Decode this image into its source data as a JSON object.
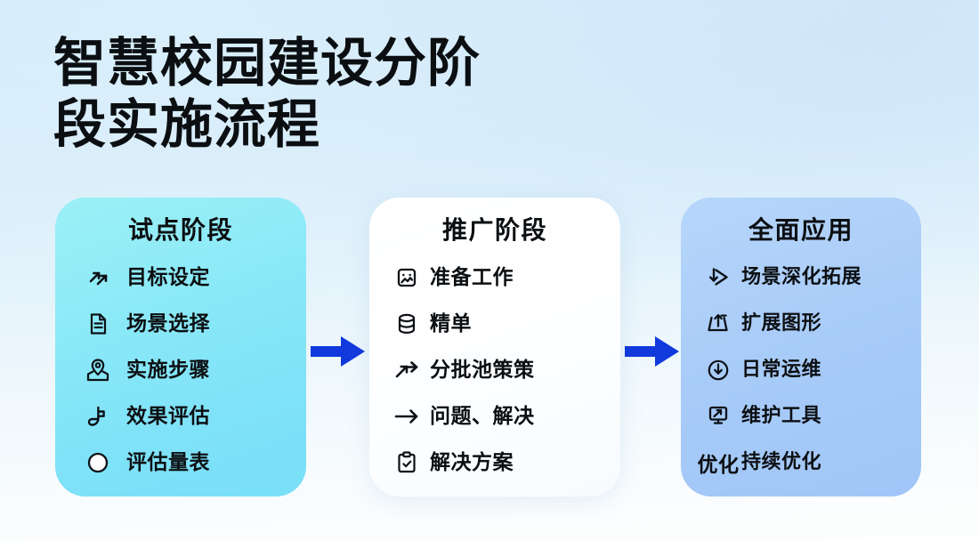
{
  "title": {
    "line1": "智慧校园建设分阶",
    "line2": "段实施流程",
    "full": "智慧校园建设分阶段实施流程"
  },
  "colors": {
    "background_top": "#d3e9f8",
    "background_bottom": "#fdfefe",
    "card_pilot": "#8ceaf7",
    "card_promotion": "#ffffff",
    "card_full": "#a9ccf8",
    "arrow": "#1139db",
    "text": "#0c0f12"
  },
  "stages": [
    {
      "id": "pilot",
      "title": "试点阶段",
      "items": [
        {
          "icon": "trending-up-arrows-icon",
          "label": "目标设定"
        },
        {
          "icon": "document-lines-icon",
          "label": "场景选择"
        },
        {
          "icon": "map-pin-icon",
          "label": "实施步骤"
        },
        {
          "icon": "rating-gauge-icon",
          "label": "效果评估"
        },
        {
          "icon": "circle-icon",
          "label": "评估量表"
        }
      ]
    },
    {
      "id": "promotion",
      "title": "推广阶段",
      "items": [
        {
          "icon": "image-picture-icon",
          "label": "准备工作"
        },
        {
          "icon": "database-icon",
          "label": "精单"
        },
        {
          "icon": "arrow-up-right-icon",
          "label": "分批池策策"
        },
        {
          "icon": "arrow-right-icon",
          "label": "问题、解决"
        },
        {
          "icon": "clipboard-check-icon",
          "label": "解决方案"
        }
      ]
    },
    {
      "id": "full-application",
      "title": "全面应用",
      "items": [
        {
          "icon": "curved-arrow-right-icon",
          "label": "场景深化拓展"
        },
        {
          "icon": "export-upload-icon",
          "label": "扩展图形"
        },
        {
          "icon": "clock-download-icon",
          "label": "日常运维"
        },
        {
          "icon": "monitor-tool-icon",
          "label": "维护工具"
        },
        {
          "icon": "text-label-icon",
          "icon_text": "优化",
          "label": "持续优化"
        }
      ]
    }
  ],
  "arrows": [
    {
      "id": "arrow-stage1-to-stage2",
      "direction": "right"
    },
    {
      "id": "arrow-stage2-to-stage3",
      "direction": "right"
    }
  ]
}
